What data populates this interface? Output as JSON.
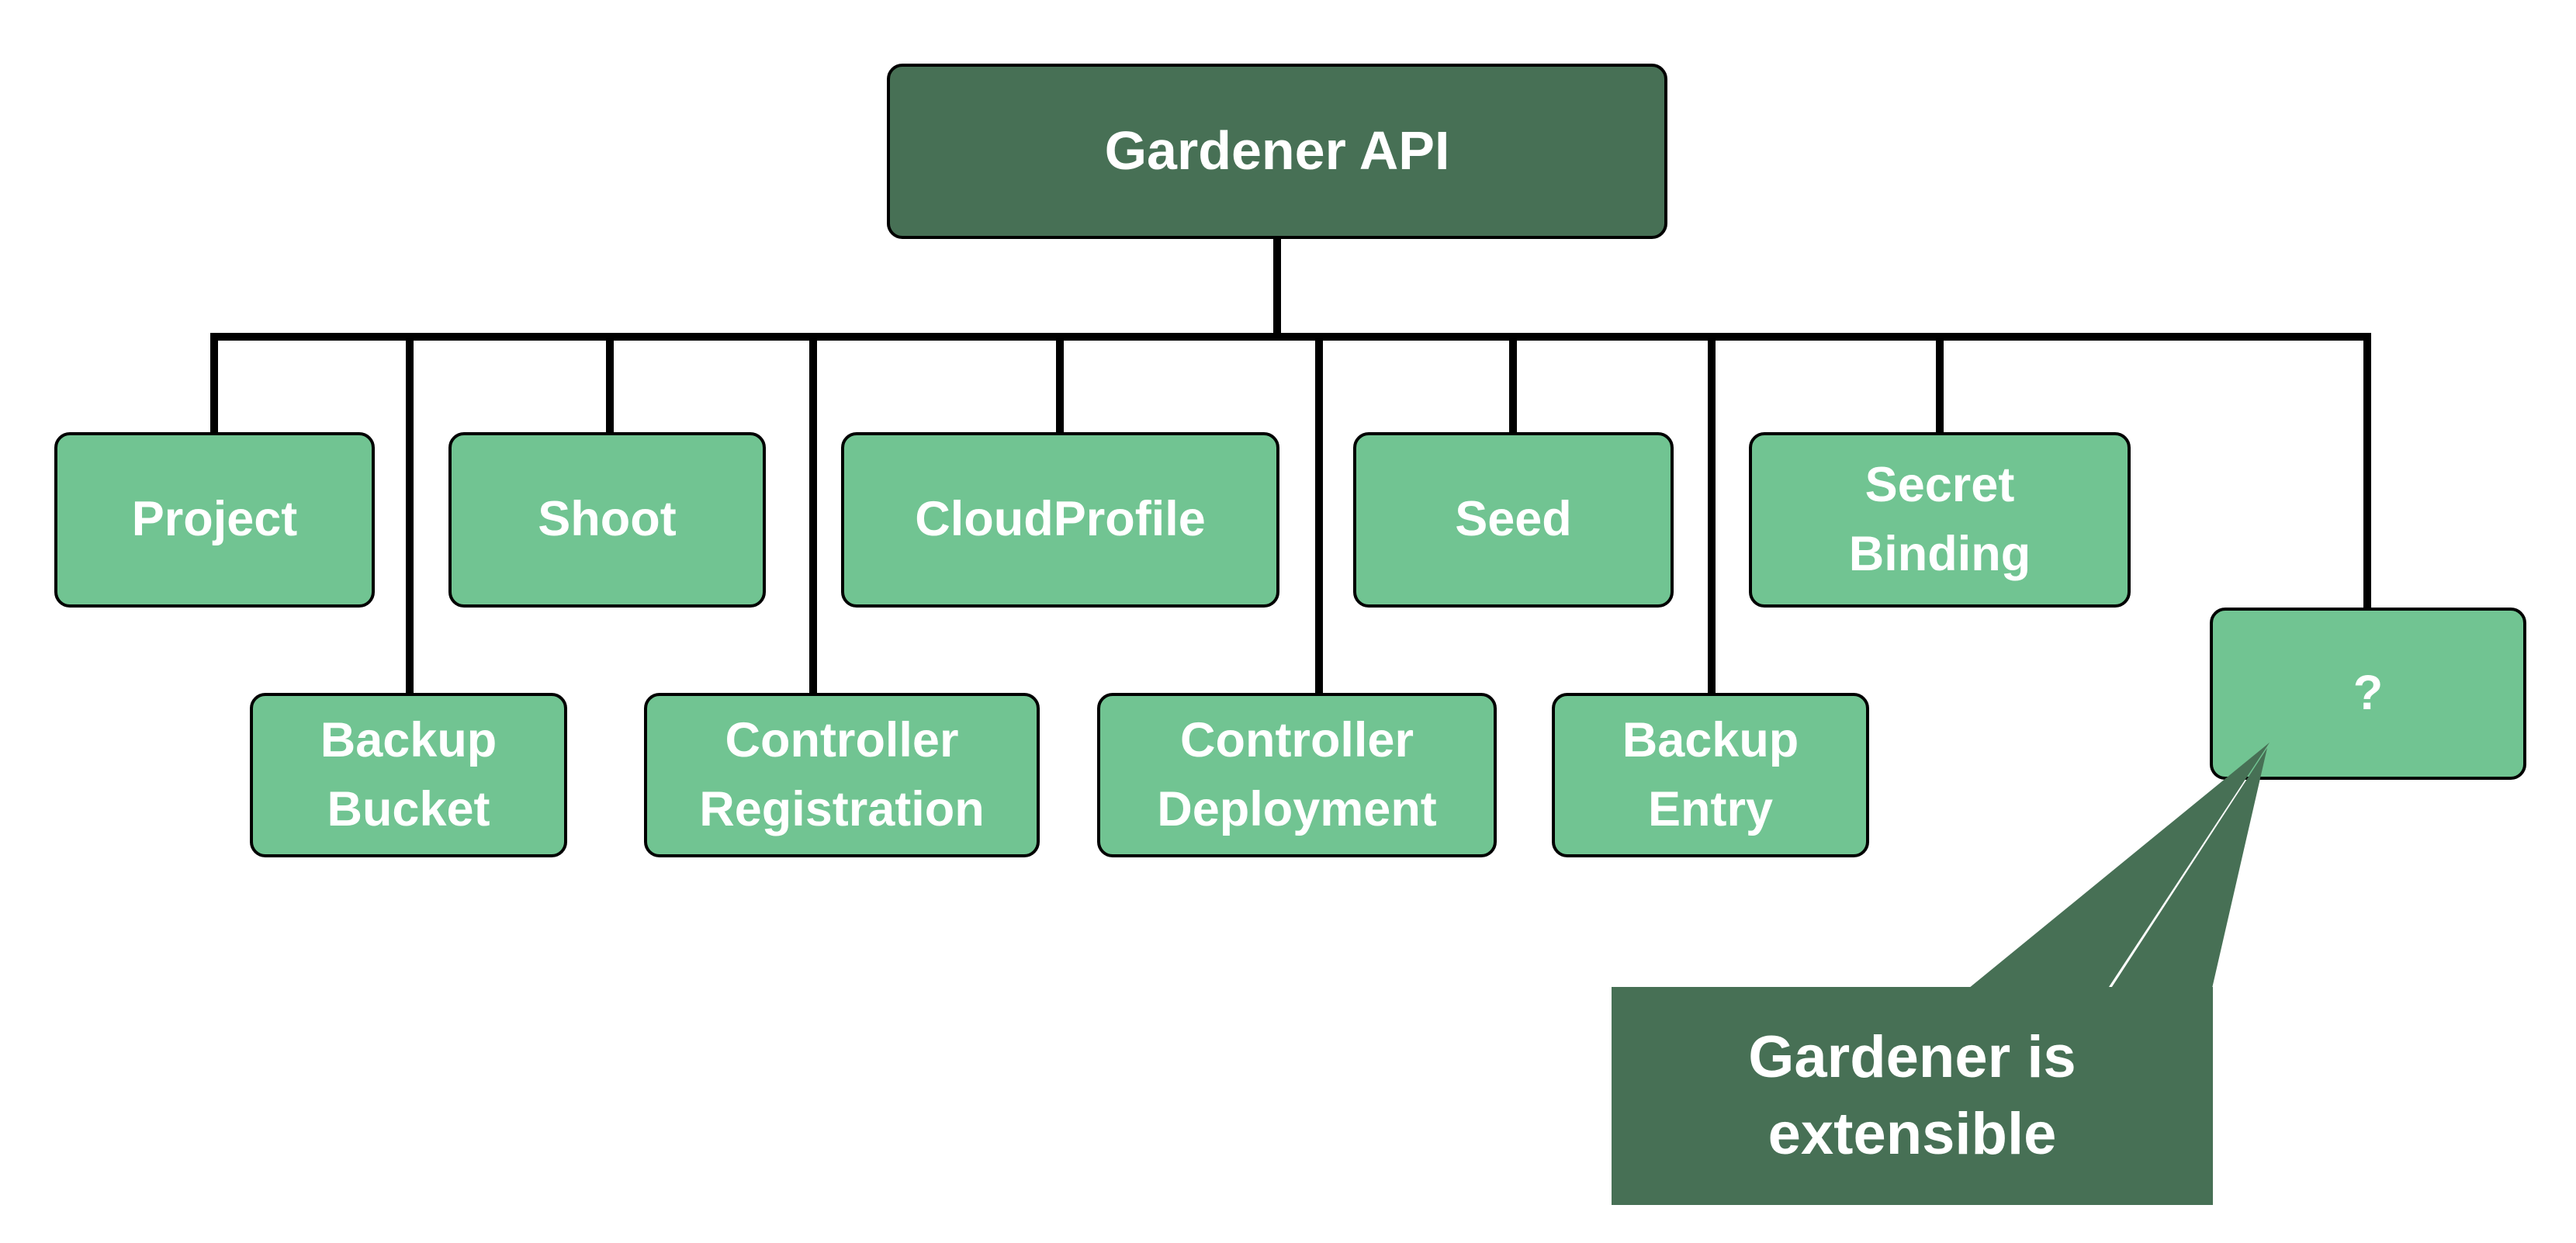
{
  "diagram": {
    "root": {
      "label": "Gardener API"
    },
    "level1": [
      {
        "label": "Project"
      },
      {
        "label": "Shoot"
      },
      {
        "label": "CloudProfile"
      },
      {
        "label": "Seed"
      },
      {
        "label": "Secret Binding"
      }
    ],
    "level2": [
      {
        "label": "Backup Bucket"
      },
      {
        "label": "Controller Registration"
      },
      {
        "label": "Controller Deployment"
      },
      {
        "label": "Backup Entry"
      }
    ],
    "unknown": {
      "label": "?"
    },
    "callout": {
      "label": "Gardener is extensible"
    }
  },
  "colors": {
    "background": "#FFFFFF",
    "node-light": "#71C492",
    "node-dark": "#477055",
    "line": "#000000",
    "label": "#FFFFFF"
  }
}
